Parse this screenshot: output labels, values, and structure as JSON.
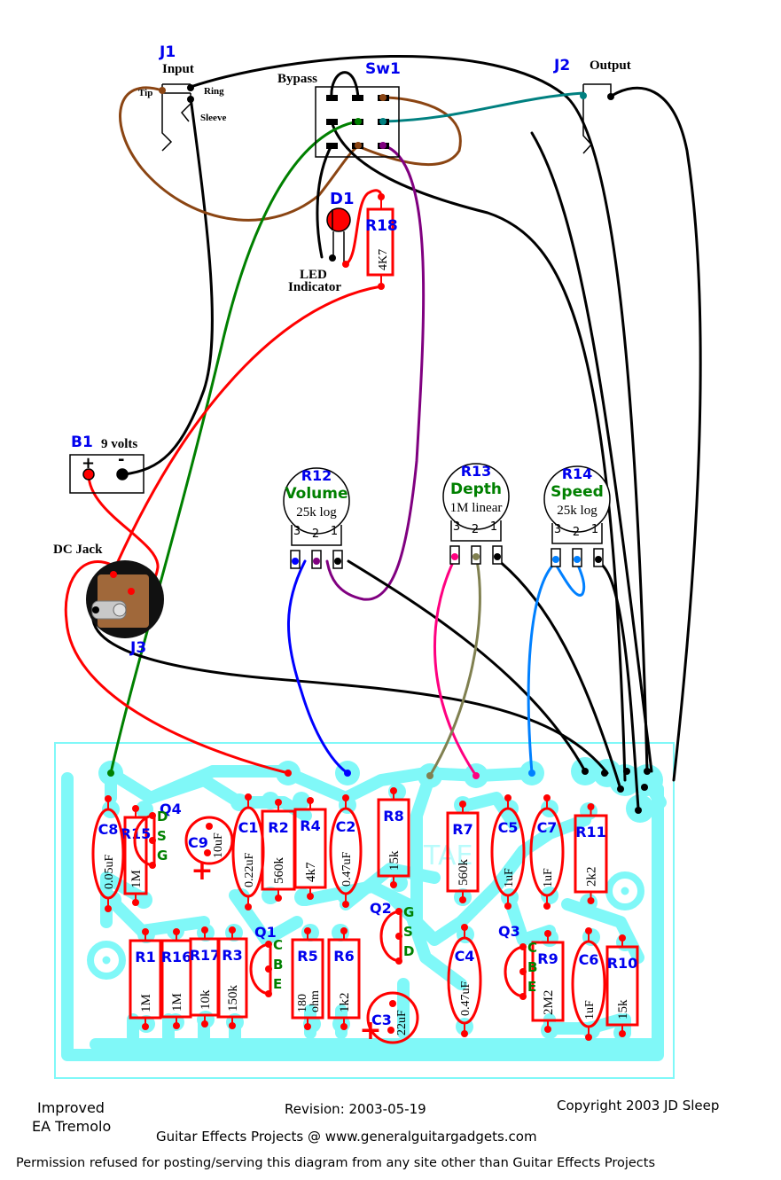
{
  "title": "Improved EA Tremolo",
  "footer": {
    "title_line1": "Improved",
    "title_line2": "EA Tremolo",
    "revision": "Revision: 2003-05-19",
    "copyright": "Copyright 2003   JD Sleep",
    "site": "Guitar Effects Projects @ www.generalguitargadgets.com",
    "permission": "Permission refused for posting/serving this diagram from any site other than Guitar Effects Projects"
  },
  "colors": {
    "pcb_trace": "#80f8f8",
    "component": "#ff0000",
    "ref_text": "#0000ee",
    "pin_text": "#008000",
    "wire_black": "#000000",
    "wire_brown": "#8b4513",
    "wire_green": "#008000",
    "wire_teal": "#008080",
    "wire_purple": "#800080",
    "wire_red": "#ff0000",
    "wire_blue": "#0000ff",
    "wire_pink": "#ff0080",
    "wire_olive": "#808050",
    "wire_lightblue": "#0080ff"
  },
  "offboard": {
    "j1": {
      "ref": "J1",
      "label": "Input",
      "tip": "Tip",
      "ring": "Ring",
      "sleeve": "Sleeve"
    },
    "j2": {
      "ref": "J2",
      "label": "Output"
    },
    "sw1": {
      "ref": "Sw1",
      "label": "Bypass"
    },
    "d1": {
      "ref": "D1",
      "label_line1": "LED",
      "label_line2": "Indicator"
    },
    "r18": {
      "ref": "R18",
      "value": "4K7"
    },
    "b1": {
      "ref": "B1",
      "label": "9 volts",
      "plus": "+",
      "minus": "-"
    },
    "j3": {
      "ref": "J3",
      "label": "DC Jack"
    },
    "pots": [
      {
        "ref": "R12",
        "name": "Volume",
        "value": "25k log",
        "pins": [
          "3",
          "2",
          "1"
        ]
      },
      {
        "ref": "R13",
        "name": "Depth",
        "value": "1M linear",
        "pins": [
          "3",
          "2",
          "1"
        ]
      },
      {
        "ref": "R14",
        "name": "Speed",
        "value": "25k log",
        "pins": [
          "3",
          "2",
          "1"
        ]
      }
    ]
  },
  "board": {
    "resistors": [
      {
        "ref": "R15",
        "value": "1M"
      },
      {
        "ref": "R2",
        "value": "560k"
      },
      {
        "ref": "R4",
        "value": "4k7"
      },
      {
        "ref": "R8",
        "value": "15k"
      },
      {
        "ref": "R7",
        "value": "560k"
      },
      {
        "ref": "R11",
        "value": "2k2"
      },
      {
        "ref": "R1",
        "value": "1M"
      },
      {
        "ref": "R16",
        "value": "1M"
      },
      {
        "ref": "R17",
        "value": "10k"
      },
      {
        "ref": "R3",
        "value": "150k"
      },
      {
        "ref": "R5",
        "value": "180 ohm"
      },
      {
        "ref": "R6",
        "value": "1k2"
      },
      {
        "ref": "R9",
        "value": "2M2"
      },
      {
        "ref": "R10",
        "value": "15k"
      }
    ],
    "capacitors": [
      {
        "ref": "C8",
        "value": "0.05uF"
      },
      {
        "ref": "C9",
        "value": "10uF",
        "polarized": true
      },
      {
        "ref": "C1",
        "value": "0.22uF"
      },
      {
        "ref": "C2",
        "value": "0.47uF"
      },
      {
        "ref": "C5",
        "value": "1uF"
      },
      {
        "ref": "C7",
        "value": "1uF"
      },
      {
        "ref": "C4",
        "value": "0.47uF"
      },
      {
        "ref": "C6",
        "value": "1uF"
      },
      {
        "ref": "C3",
        "value": "22uF",
        "polarized": true
      }
    ],
    "transistors": [
      {
        "ref": "Q4",
        "pins": [
          "D",
          "S",
          "G"
        ]
      },
      {
        "ref": "Q2",
        "pins": [
          "G",
          "S",
          "D"
        ]
      },
      {
        "ref": "Q1",
        "pins": [
          "C",
          "B",
          "E"
        ]
      },
      {
        "ref": "Q3",
        "pins": [
          "C",
          "B",
          "E"
        ]
      }
    ],
    "silk_text": "TAE",
    "plus_mark": "+"
  }
}
